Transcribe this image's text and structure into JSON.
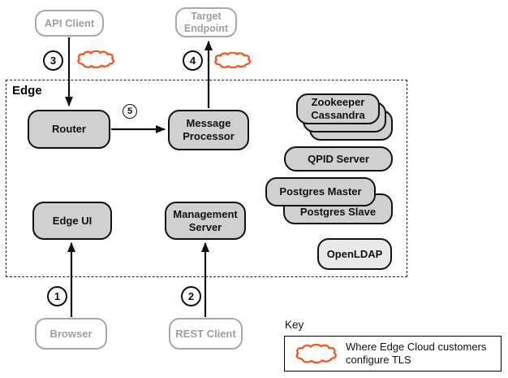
{
  "clients": {
    "api_client": {
      "label": "API Client"
    },
    "target_endpoint": {
      "label": "Target\nEndpoint"
    },
    "browser": {
      "label": "Browser"
    },
    "rest_client": {
      "label": "REST Client"
    }
  },
  "edge": {
    "label": "Edge",
    "components": {
      "router": {
        "label": "Router"
      },
      "message_processor": {
        "label": "Message\nProcessor"
      },
      "edge_ui": {
        "label": "Edge UI"
      },
      "management_server": {
        "label": "Management\nServer"
      },
      "zookeeper_cassandra": {
        "label": "Zookeeper\nCassandra"
      },
      "qpid": {
        "label": "QPID Server"
      },
      "postgres_master": {
        "label": "Postgres Master"
      },
      "postgres_slave": {
        "label": "Postgres Slave"
      },
      "openldap": {
        "label": "OpenLDAP"
      }
    }
  },
  "steps": {
    "s1": "1",
    "s2": "2",
    "s3": "3",
    "s4": "4",
    "s5": "5"
  },
  "key": {
    "title": "Key",
    "entry": {
      "icon": "tls-cloud-icon",
      "label": "Where Edge Cloud customers\nconfigure TLS"
    }
  },
  "colors": {
    "component_fill": "#d0d0d0",
    "openldap_fill": "#e9e9e9",
    "tls_cloud_stroke": "#f4581e",
    "client_border": "#a8a8a8",
    "line_color": "#111111"
  }
}
